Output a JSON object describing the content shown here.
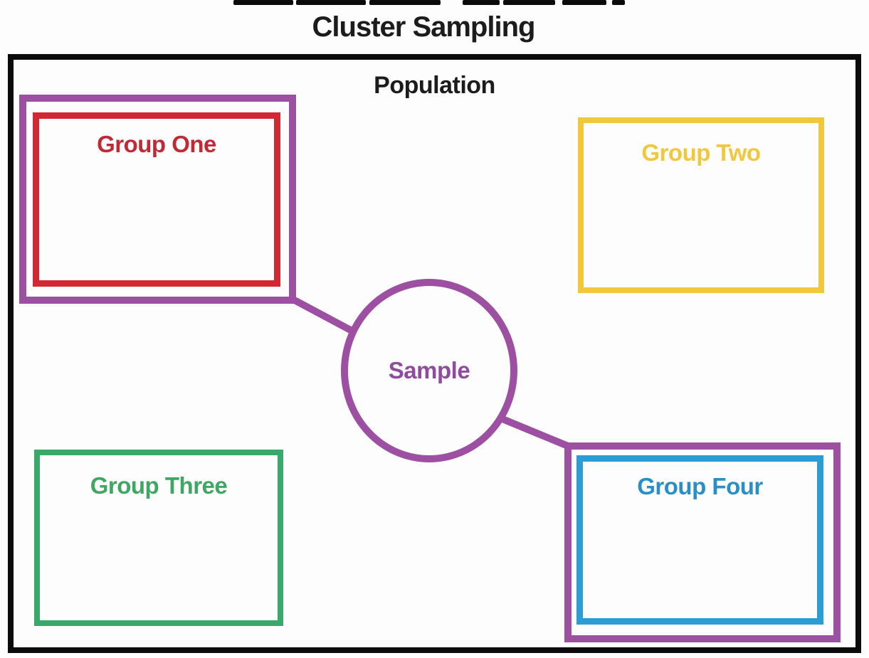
{
  "title": {
    "text": "Cluster Sampling",
    "color": "#1c1c1c"
  },
  "population": {
    "label": "Population",
    "border_color": "#0b0b0b",
    "text_color": "#1c1c1c"
  },
  "groups": [
    {
      "label": "Group One",
      "border_color": "#d12832",
      "text_color": "#c12a34",
      "selected": true
    },
    {
      "label": "Group Two",
      "border_color": "#f1c83d",
      "text_color": "#f1c83d",
      "selected": false
    },
    {
      "label": "Group Three",
      "border_color": "#3ba86b",
      "text_color": "#3fa763",
      "selected": false
    },
    {
      "label": "Group Four",
      "border_color": "#2b9dd4",
      "text_color": "#2a8fc7",
      "selected": true
    }
  ],
  "sample": {
    "label": "Sample",
    "outline_color": "#9d4fa1",
    "text_color": "#8f4c9f"
  },
  "selection": {
    "highlight_color": "#9d4fa1",
    "connector_color": "#9d4fa1"
  }
}
